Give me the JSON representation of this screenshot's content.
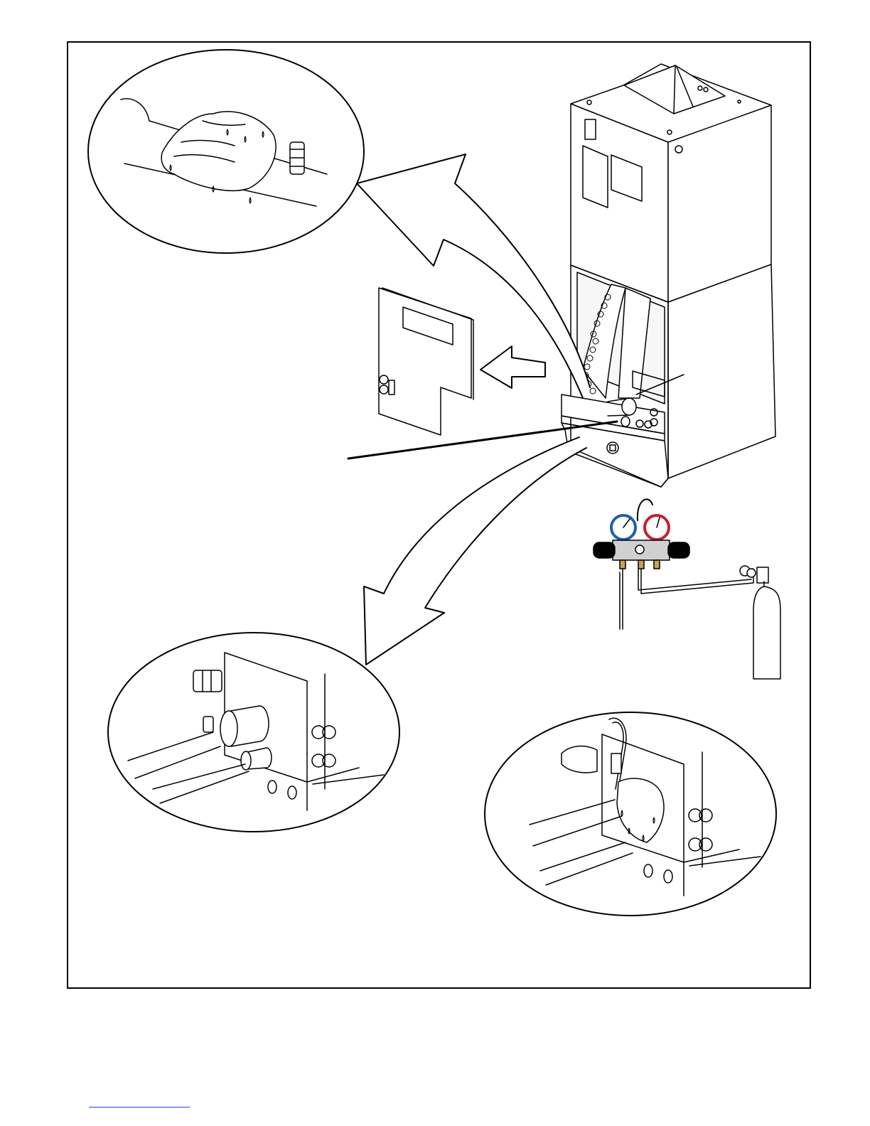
{
  "figure": {
    "panels": [
      {
        "name": "detail-coil-connection-cooling",
        "description_icon": "wet-cloth-on-pipe-icon"
      },
      {
        "name": "detail-pipe-stubs",
        "description_icon": "pipe-stubs-icon"
      },
      {
        "name": "detail-brazing-with-wet-cloth",
        "description_icon": "brazing-icon"
      }
    ],
    "colors": {
      "line": "#000000",
      "low_gauge": "#1f5fae",
      "high_gauge": "#c8202a",
      "brass": "#c9a24a"
    }
  }
}
